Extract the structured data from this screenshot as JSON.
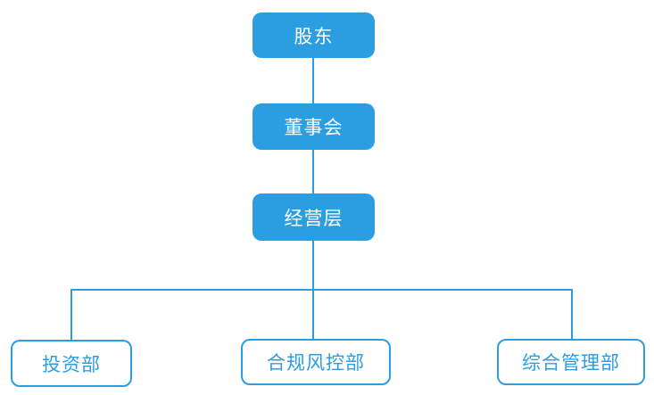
{
  "chart_type": "org-chart",
  "colors": {
    "primary": "#2b9ee2",
    "background": "#ffffff",
    "box_text_light": "#ffffff"
  },
  "nodes": {
    "shareholders": {
      "label": "股东",
      "level": 1
    },
    "board": {
      "label": "董事会",
      "level": 2
    },
    "management": {
      "label": "经营层",
      "level": 3
    },
    "investment": {
      "label": "投资部",
      "level": 4
    },
    "compliance": {
      "label": "合规风控部",
      "level": 4
    },
    "admin": {
      "label": "综合管理部",
      "level": 4
    }
  },
  "edges": [
    {
      "from": "shareholders",
      "to": "board"
    },
    {
      "from": "board",
      "to": "management"
    },
    {
      "from": "management",
      "to": "investment"
    },
    {
      "from": "management",
      "to": "compliance"
    },
    {
      "from": "management",
      "to": "admin"
    }
  ]
}
